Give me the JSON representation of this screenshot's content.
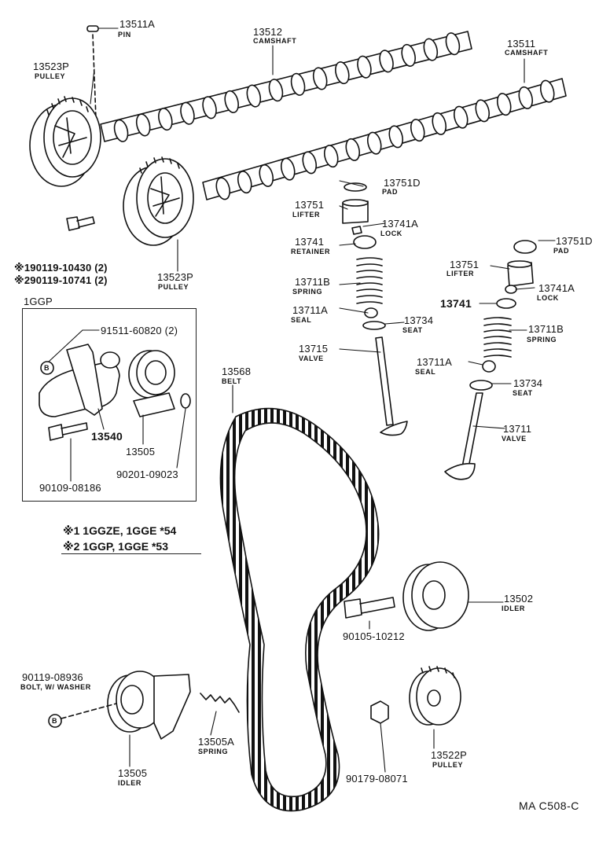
{
  "labels": {
    "pin_num": "13511A",
    "pin_sub": "PIN",
    "camshaft1_num": "13512",
    "camshaft1_sub": "CAMSHAFT",
    "camshaft2_num": "13511",
    "camshaft2_sub": "CAMSHAFT",
    "pulley_top_num": "13523P",
    "pulley_top_sub": "PULLEY",
    "pulley_mid_num": "13523P",
    "pulley_mid_sub": "PULLEY",
    "bolt1": "※190119-10430 (2)",
    "bolt2": "※290119-10741 (2)",
    "box_title": "1GGP",
    "box_bolt": "91511-60820 (2)",
    "box_bracket": "13540",
    "box_idler": "13505",
    "box_washer": "90201-09023",
    "box_bolt2": "90109-08186",
    "note1": "※1 1GGZE, 1GGE *54",
    "note2": "※2 1GGP, 1GGE *53",
    "pad_l_num": "13751D",
    "pad_l_sub": "PAD",
    "lifter_l_num": "13751",
    "lifter_l_sub": "LIFTER",
    "lock_l_num": "13741A",
    "lock_l_sub": "LOCK",
    "retainer_l_num": "13741",
    "retainer_l_sub": "RETAINER",
    "spring_l_num": "13711B",
    "spring_l_sub": "SPRING",
    "seal_l_num": "13711A",
    "seal_l_sub": "SEAL",
    "seat_l_num": "13734",
    "seat_l_sub": "SEAT",
    "valve_l_num": "13715",
    "valve_l_sub": "VALVE",
    "pad_r_num": "13751D",
    "pad_r_sub": "PAD",
    "lifter_r_num": "13751",
    "lifter_r_sub": "LIFTER",
    "retainer_r_num": "13741",
    "lock_r_num": "13741A",
    "lock_r_sub": "LOCK",
    "spring_r_num": "13711B",
    "spring_r_sub": "SPRING",
    "seal_r_num": "13711A",
    "seal_r_sub": "SEAL",
    "seat_r_num": "13734",
    "seat_r_sub": "SEAT",
    "valve_r_num": "13711",
    "valve_r_sub": "VALVE",
    "belt_num": "13568",
    "belt_sub": "BELT",
    "idler_r_num": "13502",
    "idler_r_sub": "IDLER",
    "idler_bolt": "90105-10212",
    "bolt_washer_num": "90119-08936",
    "bolt_washer_sub": "BOLT, W/ WASHER",
    "tensioner_num": "13505",
    "tensioner_sub": "IDLER",
    "spring_t_num": "13505A",
    "spring_t_sub": "SPRING",
    "pulley_bot_num": "13522P",
    "pulley_bot_sub": "PULLEY",
    "nut": "90179-08071",
    "ref_code": "MA C508-C",
    "marker_b": "B"
  }
}
